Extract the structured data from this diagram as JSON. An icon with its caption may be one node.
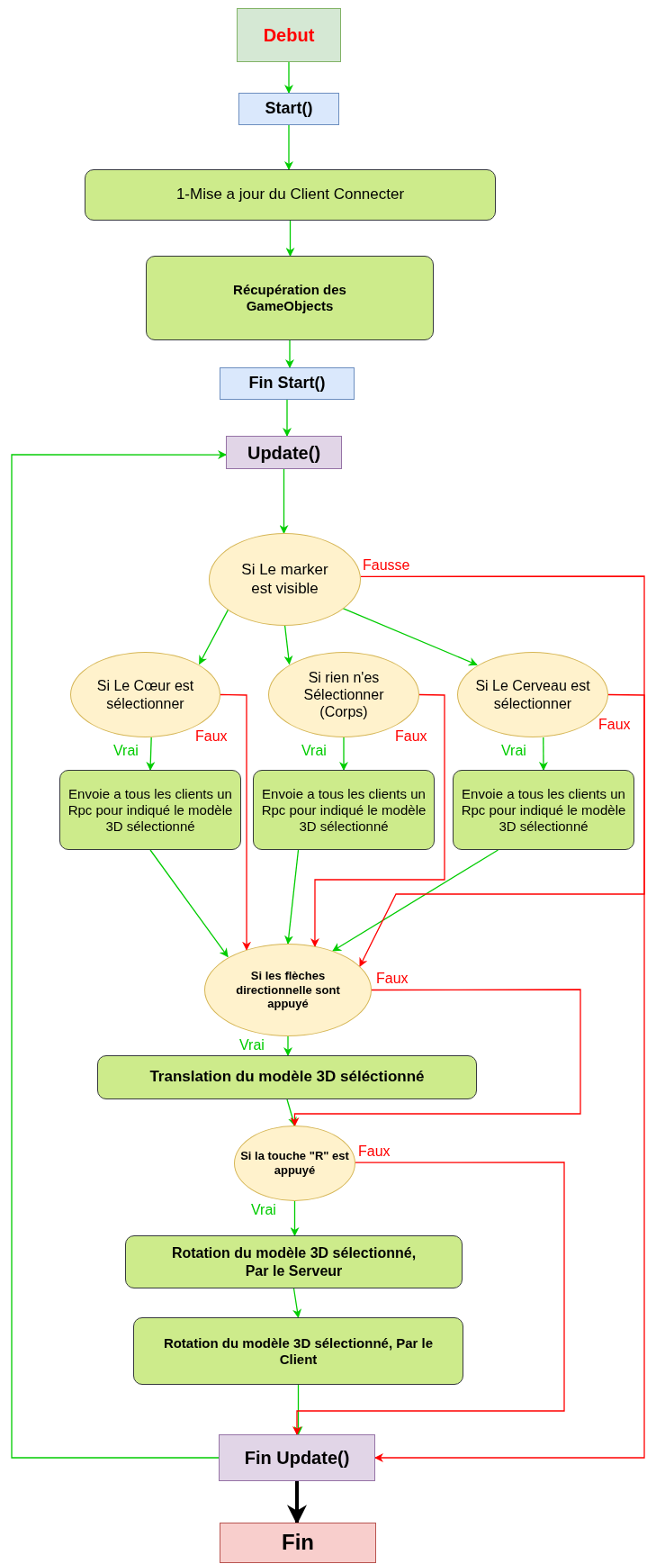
{
  "diagram": {
    "nodes": [
      {
        "text": [
          "Debut"
        ]
      },
      {
        "text": [
          "Start()"
        ]
      },
      {
        "text": [
          "1-Mise a jour du Client Connecter"
        ]
      },
      {
        "text": [
          "Récupération des GameObjects"
        ]
      },
      {
        "text": [
          "Fin Start()"
        ]
      },
      {
        "text": [
          "Update()"
        ]
      },
      {
        "text": [
          "Si Le marker est visible"
        ]
      },
      {
        "text": [
          "Si Le Cœur est sélectionner"
        ]
      },
      {
        "text": [
          "Si rien n'es Sélectionner (Corps)"
        ]
      },
      {
        "text": [
          "Si Le Cerveau est sélectionner"
        ]
      },
      {
        "text": [
          "Envoie a tous les clients un Rpc pour indiqué le modèle 3D sélectionné"
        ]
      },
      {
        "text": [
          "Envoie a tous les clients un Rpc pour indiqué le modèle 3D sélectionné"
        ]
      },
      {
        "text": [
          "Envoie a tous les clients un Rpc pour indiqué le modèle 3D sélectionné"
        ]
      },
      {
        "text": [
          "Si les flèches directionnelle sont appuyé"
        ]
      },
      {
        "text": [
          "Translation du modèle 3D séléctionné"
        ]
      },
      {
        "text": [
          "Si la touche \"R\" est appuyé"
        ]
      },
      {
        "text": [
          "Rotation du modèle 3D sélectionné, Par le Serveur"
        ]
      },
      {
        "text": [
          "Rotation du modèle 3D sélectionné, Par le Client"
        ]
      },
      {
        "text": [
          "Fin Update()"
        ]
      },
      {
        "text": [
          "Fin"
        ]
      }
    ],
    "edges": [
      {
        "from": 0,
        "to": 1,
        "arrow": "to"
      },
      {
        "from": 1,
        "to": 2,
        "arrow": "to"
      },
      {
        "from": 2,
        "to": 3,
        "arrow": "to"
      },
      {
        "from": 3,
        "to": 4,
        "arrow": "to"
      },
      {
        "from": 4,
        "to": 5,
        "arrow": "to"
      },
      {
        "from": 5,
        "to": 6,
        "arrow": "to"
      },
      {
        "from": 6,
        "to": 7,
        "arrow": "to"
      },
      {
        "from": 6,
        "to": 8,
        "arrow": "to"
      },
      {
        "from": 6,
        "to": 9,
        "arrow": "to"
      },
      {
        "from": 7,
        "to": 10,
        "arrow": "to",
        "label": "Vrai"
      },
      {
        "from": 8,
        "to": 11,
        "arrow": "to",
        "label": "Vrai"
      },
      {
        "from": 9,
        "to": 12,
        "arrow": "to",
        "label": "Vrai"
      },
      {
        "from": 7,
        "to": 13,
        "arrow": "to",
        "label": "Faux",
        "color": "#ff0000"
      },
      {
        "from": 8,
        "to": 13,
        "arrow": "to",
        "label": "Faux",
        "color": "#ff0000"
      },
      {
        "from": 9,
        "to": 13,
        "arrow": "to",
        "label": "Faux",
        "color": "#ff0000"
      },
      {
        "from": 10,
        "to": 13,
        "arrow": "to"
      },
      {
        "from": 11,
        "to": 13,
        "arrow": "to"
      },
      {
        "from": 12,
        "to": 13,
        "arrow": "to"
      },
      {
        "from": 6,
        "to": 18,
        "arrow": "to",
        "label": "Fausse",
        "color": "#ff0000"
      },
      {
        "from": 13,
        "to": 14,
        "arrow": "to",
        "label": "Vrai"
      },
      {
        "from": 13,
        "to": 15,
        "arrow": "to",
        "label": "Faux",
        "color": "#ff0000"
      },
      {
        "from": 14,
        "to": 15,
        "arrow": "to"
      },
      {
        "from": 15,
        "to": 16,
        "arrow": "to",
        "label": "Vrai"
      },
      {
        "from": 15,
        "to": 18,
        "arrow": "to",
        "label": "Faux",
        "color": "#ff0000"
      },
      {
        "from": 16,
        "to": 17,
        "arrow": "to"
      },
      {
        "from": 17,
        "to": 18,
        "arrow": "to"
      },
      {
        "from": 18,
        "to": 5,
        "arrow": "to"
      },
      {
        "from": 18,
        "to": 19,
        "arrow": "to",
        "style": "thick",
        "color": "#000000"
      }
    ]
  }
}
